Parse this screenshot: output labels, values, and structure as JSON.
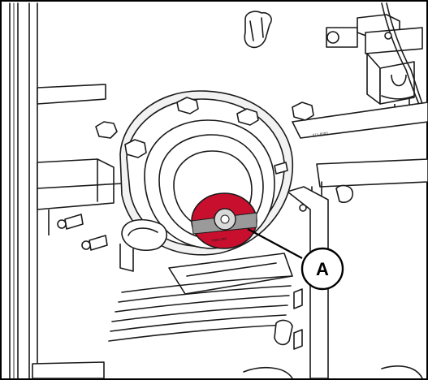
{
  "callout": {
    "letter": "A"
  },
  "part_labels": {
    "spindle_cap": "7008-298",
    "bracket": "511-8000",
    "cap_rim": "7008-298"
  },
  "colors": {
    "cap_red": "#c8102e",
    "cap_gray": "#9a9a9a",
    "line": "#1a1a1a"
  },
  "icons": [
    "bolt-icon",
    "grease-fitting-icon",
    "hitch-pin-icon"
  ]
}
